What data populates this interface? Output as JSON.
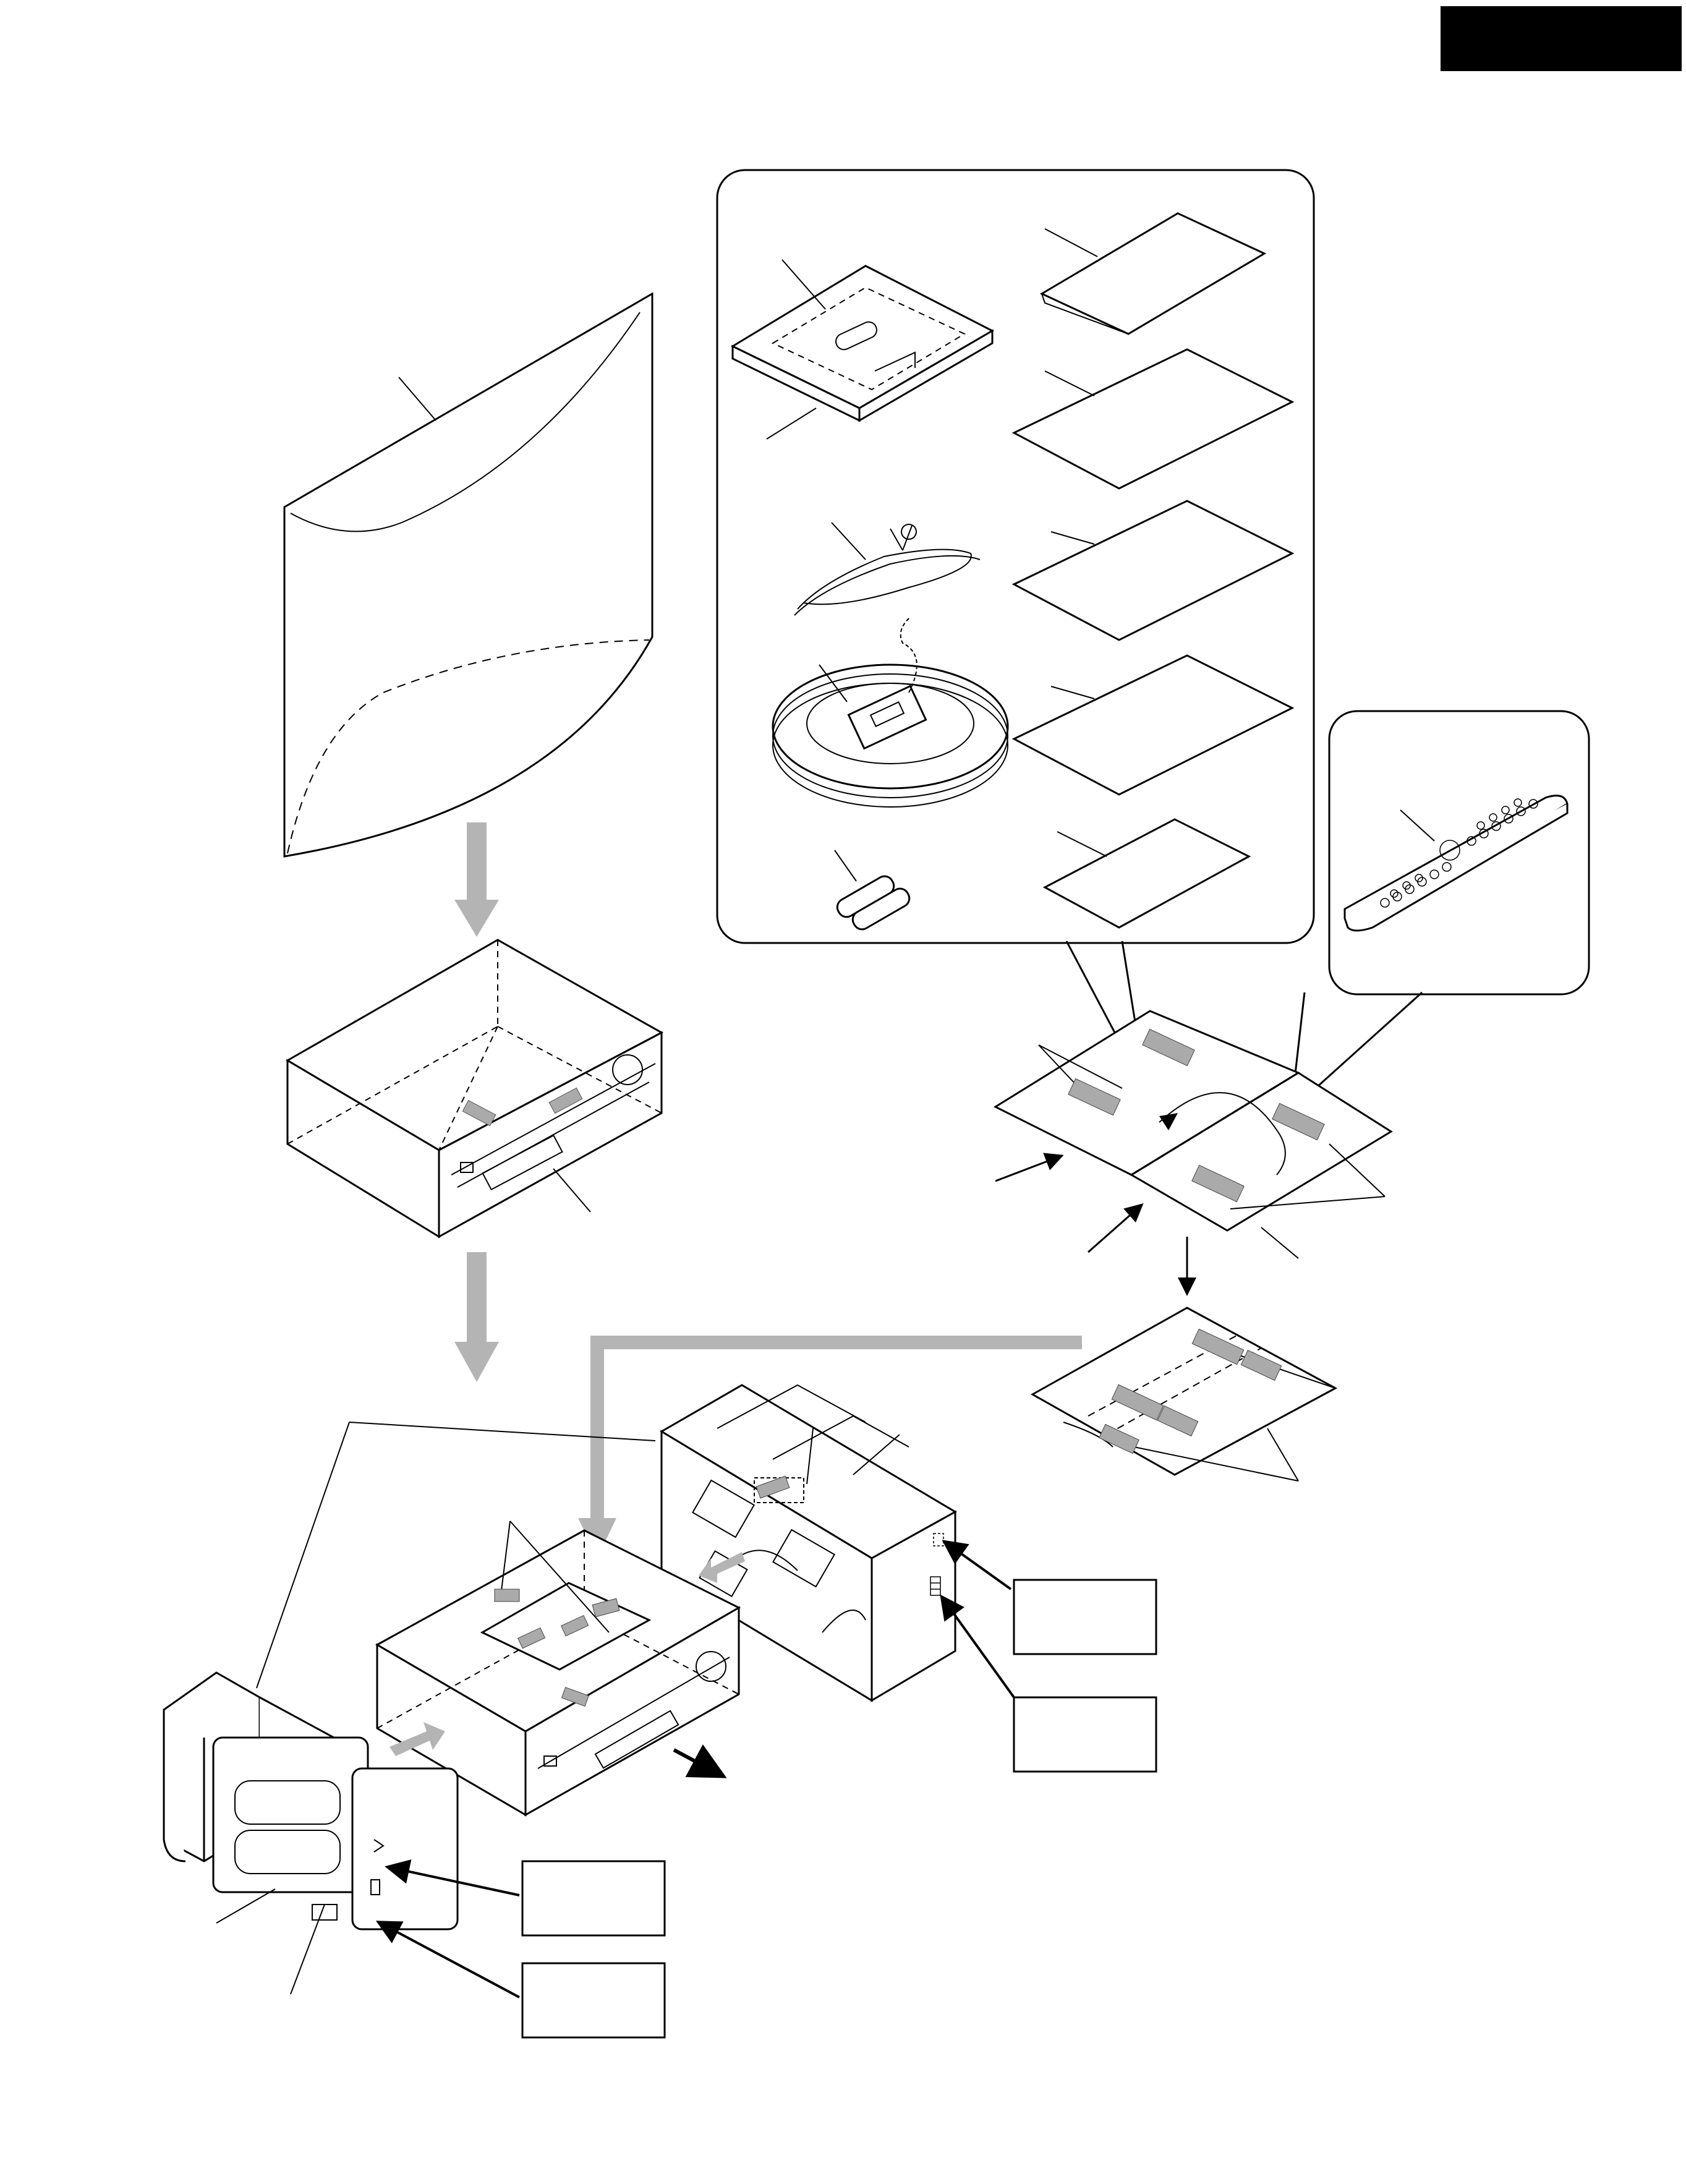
{
  "page": {
    "header_block_color": "#000000",
    "ink_color": "#000000",
    "arrow_gray": "#b4b4b4",
    "tape_gray": "#aaaaaa"
  },
  "callout_boxes": [
    {
      "name": "callout-box-1",
      "text": ""
    },
    {
      "name": "callout-box-2",
      "text": ""
    },
    {
      "name": "callout-box-3",
      "text": ""
    },
    {
      "name": "callout-box-4",
      "text": ""
    }
  ],
  "parts": [
    "poly-bag",
    "receiver-unit",
    "accessory-envelope",
    "cd-sleeve",
    "fm-antenna",
    "am-loop-antenna",
    "batteries",
    "instruction-sheets",
    "remote-controller",
    "packing-cushion-left",
    "packing-cushion-right",
    "packing-sheet-folded"
  ]
}
